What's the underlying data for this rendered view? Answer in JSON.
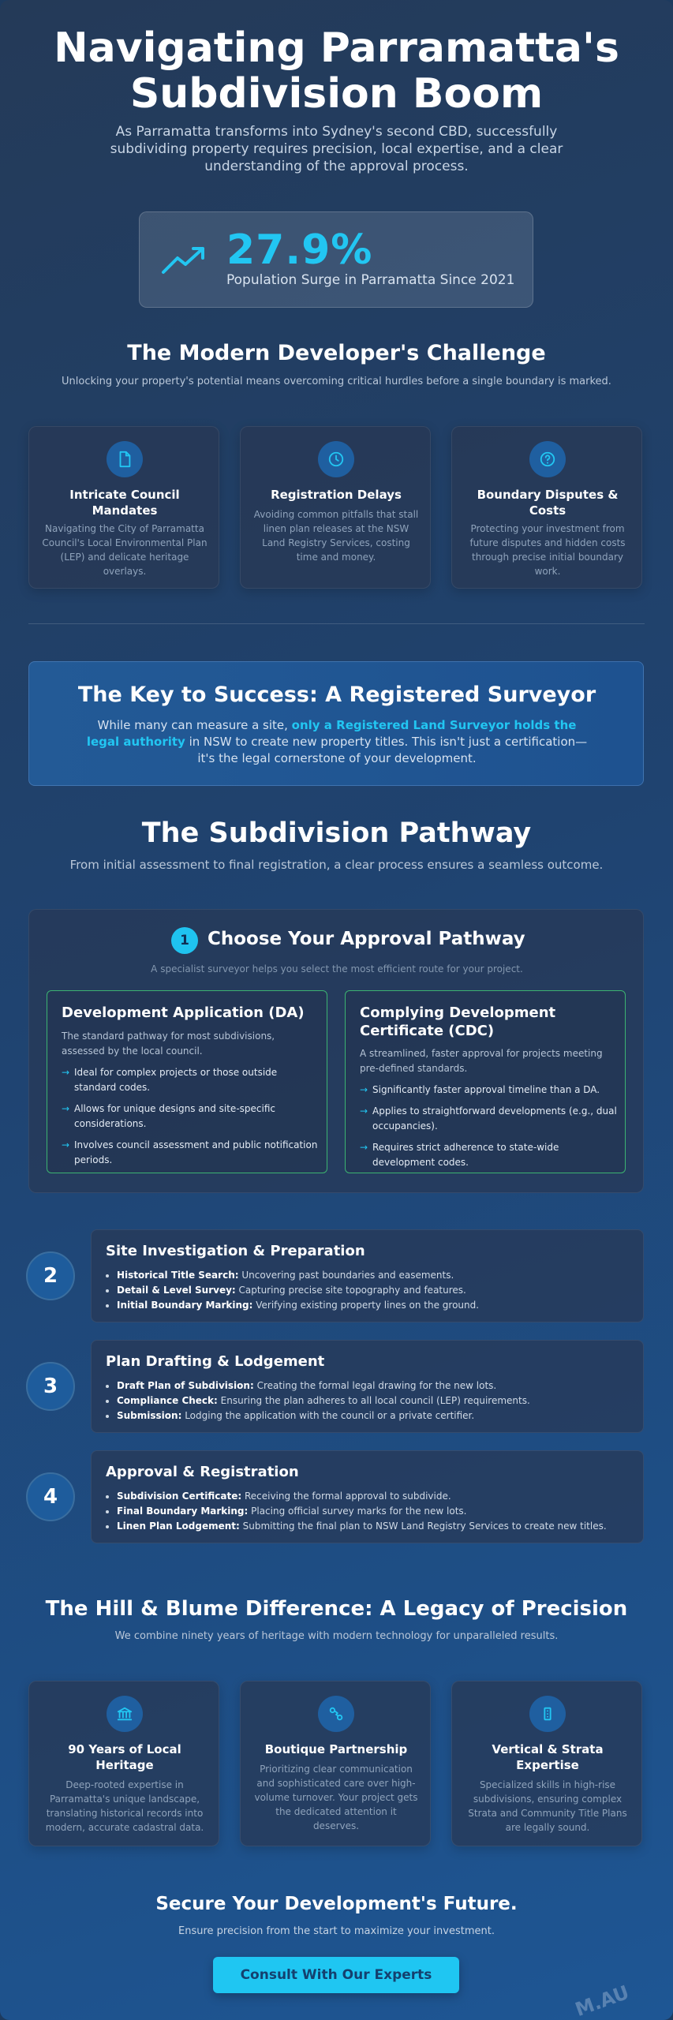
{
  "hero": {
    "title": "Navigating Parramatta's Subdivision Boom",
    "subtitle": "As Parramatta transforms into Sydney's second CBD, successfully subdividing property requires precision, local expertise, and a clear understanding of the approval process.",
    "stat_value": "27.9%",
    "stat_label": "Population Surge in Parramatta Since 2021",
    "stat_icon": "trending-up-icon"
  },
  "challenge": {
    "title": "The Modern Developer's Challenge",
    "subtitle": "Unlocking your property's potential means overcoming critical hurdles before a single boundary is marked.",
    "cards": [
      {
        "icon": "document-icon",
        "title": "Intricate Council Mandates",
        "text": "Navigating the City of Parramatta Council's Local Environmental Plan (LEP) and delicate heritage overlays."
      },
      {
        "icon": "clock-icon",
        "title": "Registration Delays",
        "text": "Avoiding common pitfalls that stall linen plan releases at the NSW Land Registry Services, costing time and money."
      },
      {
        "icon": "question-icon",
        "title": "Boundary Disputes & Costs",
        "text": "Protecting your investment from future disputes and hidden costs through precise initial boundary work."
      }
    ]
  },
  "key": {
    "title": "The Key to Success: A Registered Surveyor",
    "text_before": "While many can measure a site, ",
    "text_highlight": "only a Registered Land Surveyor holds the legal authority",
    "text_after": " in NSW to create new property titles. This isn't just a certification—it's the legal cornerstone of your development."
  },
  "pathway": {
    "title": "The Subdivision Pathway",
    "subtitle": "From initial assessment to final registration, a clear process ensures a seamless outcome."
  },
  "step1": {
    "number": "1",
    "title": "Choose Your Approval Pathway",
    "subtitle": "A specialist surveyor helps you select the most efficient route for your project.",
    "da": {
      "title": "Development Application (DA)",
      "desc": "The standard pathway for most subdivisions, assessed by the local council.",
      "items": [
        "Ideal for complex projects or those outside standard codes.",
        "Allows for unique designs and site-specific considerations.",
        "Involves council assessment and public notification periods."
      ]
    },
    "cdc": {
      "title": "Complying Development Certificate (CDC)",
      "desc": "A streamlined, faster approval for projects meeting pre-defined standards.",
      "items": [
        "Significantly faster approval timeline than a DA.",
        "Applies to straightforward developments (e.g., dual occupancies).",
        "Requires strict adherence to state-wide development codes."
      ]
    }
  },
  "steps": [
    {
      "number": "2",
      "title": "Site Investigation & Preparation",
      "items": [
        {
          "label": "Historical Title Search:",
          "text": " Uncovering past boundaries and easements."
        },
        {
          "label": "Detail & Level Survey:",
          "text": " Capturing precise site topography and features."
        },
        {
          "label": "Initial Boundary Marking:",
          "text": " Verifying existing property lines on the ground."
        }
      ]
    },
    {
      "number": "3",
      "title": "Plan Drafting & Lodgement",
      "items": [
        {
          "label": "Draft Plan of Subdivision:",
          "text": " Creating the formal legal drawing for the new lots."
        },
        {
          "label": "Compliance Check:",
          "text": " Ensuring the plan adheres to all local council (LEP) requirements."
        },
        {
          "label": "Submission:",
          "text": " Lodging the application with the council or a private certifier."
        }
      ]
    },
    {
      "number": "4",
      "title": "Approval & Registration",
      "items": [
        {
          "label": "Subdivision Certificate:",
          "text": " Receiving the formal approval to subdivide."
        },
        {
          "label": "Final Boundary Marking:",
          "text": " Placing official survey marks for the new lots."
        },
        {
          "label": "Linen Plan Lodgement:",
          "text": " Submitting the final plan to NSW Land Registry Services to create new titles."
        }
      ]
    }
  ],
  "difference": {
    "title": "The Hill & Blume Difference: A Legacy of Precision",
    "subtitle": "We combine ninety years of heritage with modern technology for unparalleled results.",
    "cards": [
      {
        "icon": "landmark-icon",
        "title": "90 Years of Local Heritage",
        "text": "Deep-rooted expertise in Parramatta's unique landscape, translating historical records into modern, accurate cadastral data."
      },
      {
        "icon": "handshake-icon",
        "title": "Boutique Partnership",
        "text": "Prioritizing clear communication and sophisticated care over high-volume turnover. Your project gets the dedicated attention it deserves."
      },
      {
        "icon": "building-icon",
        "title": "Vertical & Strata Expertise",
        "text": "Specialized skills in high-rise subdivisions, ensuring complex Strata and Community Title Plans are legally sound."
      }
    ]
  },
  "cta": {
    "title": "Secure Your Development's Future.",
    "subtitle": "Ensure precision from the start to maximize your investment.",
    "button": "Consult With Our Experts"
  },
  "watermark": "M.AU",
  "colors": {
    "accent": "#22c6f2",
    "path_border": "#3cb371",
    "step_circle": "#1e5c9c"
  }
}
